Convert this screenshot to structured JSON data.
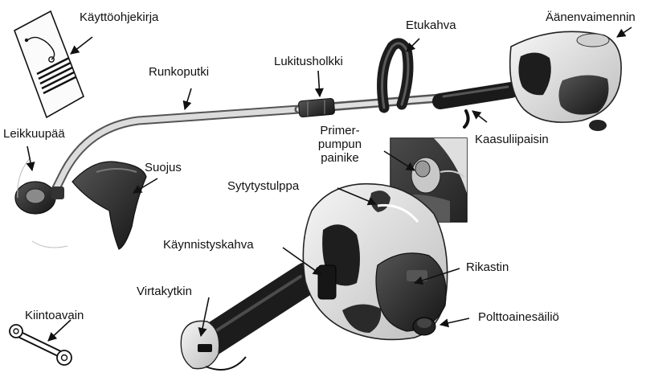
{
  "labels": {
    "manual": "Käyttöohjekirja",
    "front_handle": "Etukahva",
    "muffler": "Äänenvaimennin",
    "boom": "Runkoputki",
    "lock_sleeve": "Lukitusholkki",
    "cutting_head": "Leikkuupää",
    "primer_line1": "Primer-",
    "primer_line2": "pumpun",
    "primer_line3": "painike",
    "throttle": "Kaasuliipaisin",
    "guard": "Suojus",
    "spark_plug": "Sytytystulppa",
    "starter": "Käynnistyskahva",
    "choke": "Rikastin",
    "switch": "Virtakytkin",
    "wrench": "Kiintoavain",
    "tank": "Polttoainesäiliö"
  },
  "colors": {
    "ink": "#111111",
    "engine_light": "#e4e4e4",
    "engine_dark": "#2a2a2a",
    "metal": "#b8b8b8"
  },
  "icons": [
    "manual-icon",
    "wrench-icon",
    "trimmer-drawing",
    "engine-closeup-drawing",
    "primer-inset-drawing"
  ]
}
